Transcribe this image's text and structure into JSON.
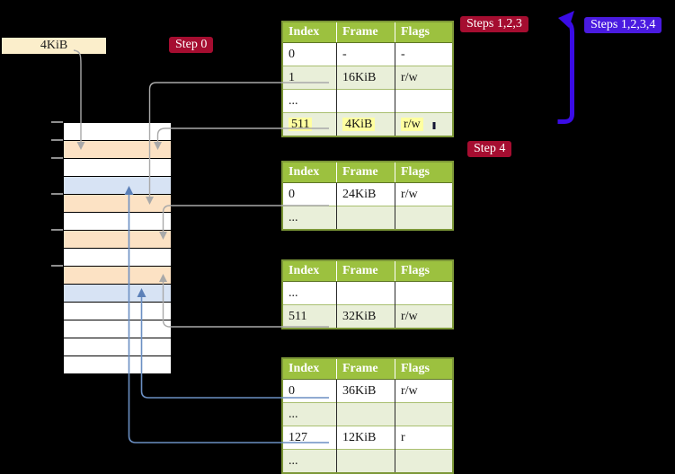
{
  "page_label": "4KiB",
  "badges": {
    "step0": "Step 0",
    "steps123": "Steps 1,2,3",
    "steps1234": "Steps 1,2,3,4",
    "step4": "Step 4"
  },
  "tables": [
    {
      "id": "page-table-1",
      "headers": [
        "Index",
        "Frame",
        "Flags"
      ],
      "rows": [
        {
          "cells": [
            "0",
            "-",
            "-"
          ]
        },
        {
          "cells": [
            "1",
            "16KiB",
            "r/w"
          ]
        },
        {
          "cells": [
            "...",
            "",
            ""
          ]
        },
        {
          "cells": [
            "511",
            "4KiB",
            "r/w"
          ]
        }
      ]
    },
    {
      "id": "page-table-2",
      "headers": [
        "Index",
        "Frame",
        "Flags"
      ],
      "rows": [
        {
          "cells": [
            "0",
            "24KiB",
            "r/w"
          ]
        },
        {
          "cells": [
            "...",
            "",
            ""
          ]
        }
      ]
    },
    {
      "id": "page-table-3",
      "headers": [
        "Index",
        "Frame",
        "Flags"
      ],
      "rows": [
        {
          "cells": [
            "...",
            "",
            ""
          ]
        },
        {
          "cells": [
            "511",
            "32KiB",
            "r/w"
          ]
        }
      ]
    },
    {
      "id": "page-table-4",
      "headers": [
        "Index",
        "Frame",
        "Flags"
      ],
      "rows": [
        {
          "cells": [
            "0",
            "36KiB",
            "r/w"
          ]
        },
        {
          "cells": [
            "...",
            "",
            ""
          ]
        },
        {
          "cells": [
            "127",
            "12KiB",
            "r"
          ]
        },
        {
          "cells": [
            "...",
            "",
            ""
          ]
        }
      ]
    }
  ],
  "memory": {
    "rows": [
      "white",
      "orange",
      "white",
      "blue",
      "orange",
      "white",
      "orange",
      "white",
      "orange",
      "blue",
      "white",
      "white",
      "white",
      "white"
    ]
  },
  "colors": {
    "badge_red": "#a50d30",
    "badge_blue": "#4a1be0",
    "thick_arrow_blue": "#3a0ce6",
    "table_header_green": "#9cc13f",
    "table_row_green": "#e9efd9",
    "table_border_olive": "#7d9838",
    "highlight_yellow": "#ffffa0",
    "memory_orange": "#fce2c4",
    "memory_blue": "#d7e3f4",
    "connector_gray": "#a9a9a9",
    "connector_blue": "#5b80b8",
    "label_cream": "#fbeecb"
  }
}
